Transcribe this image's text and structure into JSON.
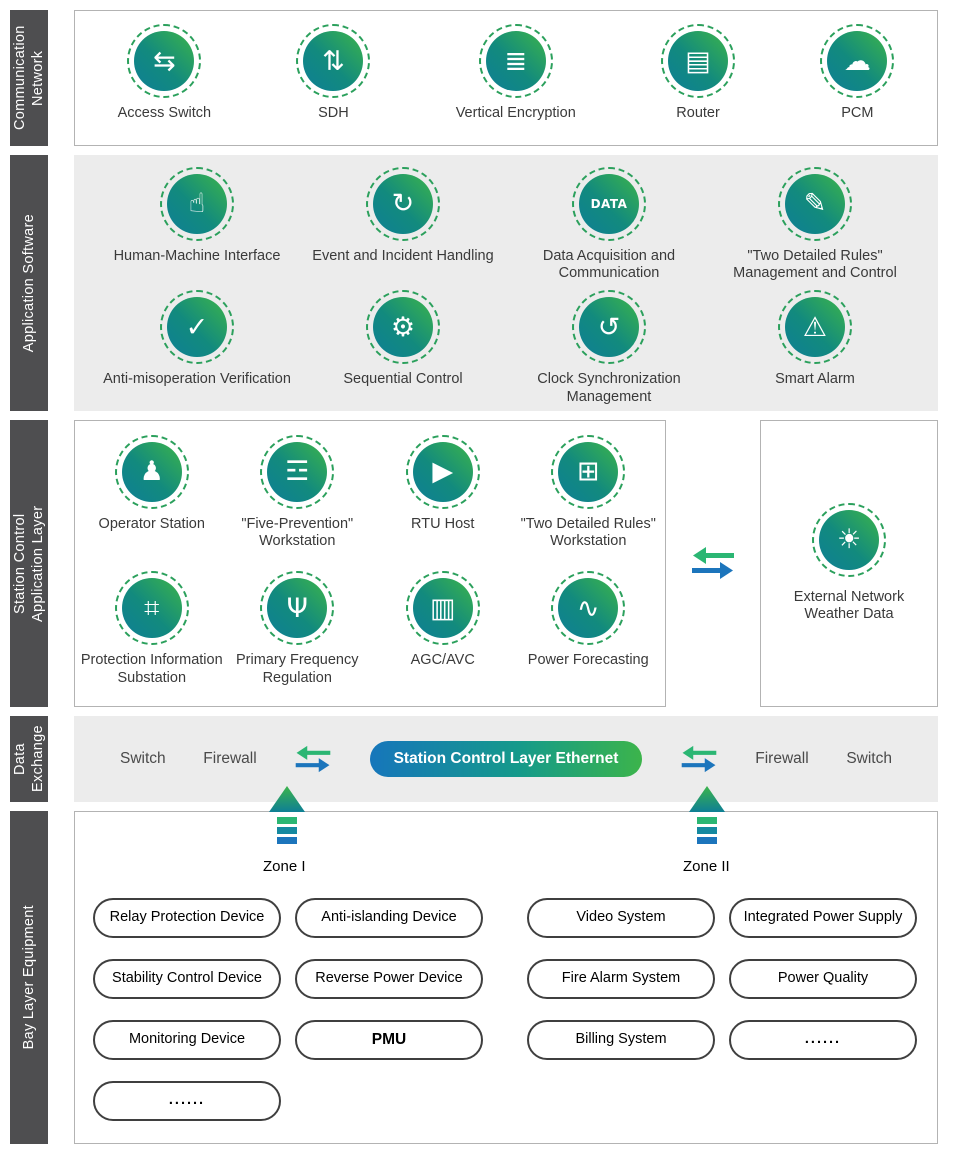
{
  "palette": {
    "icon_gradient_start": "#3CB44B",
    "icon_gradient_end": "#0E7F95",
    "label_bar_bg": "#4E4E50",
    "ethernet_gradient_left": "#1676BB",
    "ethernet_gradient_right": "#3CB44B"
  },
  "communication": {
    "label": "Communication Network",
    "items": [
      {
        "glyph": "⇆",
        "label": "Access Switch"
      },
      {
        "glyph": "⇅",
        "label": "SDH"
      },
      {
        "glyph": "≣",
        "label": "Vertical Encryption"
      },
      {
        "glyph": "▤",
        "label": "Router"
      },
      {
        "glyph": "☁",
        "label": "PCM"
      }
    ]
  },
  "application": {
    "label": "Application Software",
    "items": [
      {
        "glyph": "☝",
        "label": "Human-Machine Interface"
      },
      {
        "glyph": "↻",
        "label": "Event and Incident Handling"
      },
      {
        "glyph": "DATA",
        "label": "Data Acquisition and Communication"
      },
      {
        "glyph": "✎",
        "label": "\"Two Detailed Rules\" Management and Control"
      },
      {
        "glyph": "✓",
        "label": "Anti-misoperation Verification"
      },
      {
        "glyph": "⚙",
        "label": "Sequential Control"
      },
      {
        "glyph": "↺",
        "label": "Clock Synchronization Management"
      },
      {
        "glyph": "⚠",
        "label": "Smart Alarm"
      }
    ]
  },
  "station": {
    "label": "Station Control Application Layer",
    "items": [
      {
        "glyph": "♟",
        "label": "Operator Station"
      },
      {
        "glyph": "☲",
        "label": "\"Five-Prevention\" Workstation"
      },
      {
        "glyph": "▶",
        "label": "RTU Host"
      },
      {
        "glyph": "⊞",
        "label": "\"Two Detailed Rules\" Workstation"
      },
      {
        "glyph": "⌗",
        "label": "Protection Information Substation"
      },
      {
        "glyph": "Ψ",
        "label": "Primary Frequency Regulation"
      },
      {
        "glyph": "▥",
        "label": "AGC/AVC"
      },
      {
        "glyph": "∿",
        "label": "Power Forecasting"
      }
    ],
    "external": {
      "glyph": "☀",
      "label": "External Network Weather Data"
    }
  },
  "exchange": {
    "label": "Data Exchange",
    "switch_left": "Switch",
    "firewall_left": "Firewall",
    "ethernet": "Station Control Layer Ethernet",
    "firewall_right": "Firewall",
    "switch_right": "Switch"
  },
  "bay": {
    "label": "Bay Layer Equipment",
    "zone1_label": "Zone I",
    "zone2_label": "Zone II",
    "zone1_items": [
      "Relay Protection Device",
      "Anti-islanding Device",
      "Stability Control Device",
      "Reverse Power Device",
      "Monitoring Device",
      "PMU",
      "......"
    ],
    "zone2_items": [
      "Video System",
      "Integrated Power Supply",
      "Fire Alarm System",
      "Power Quality",
      "Billing System",
      "......"
    ]
  }
}
